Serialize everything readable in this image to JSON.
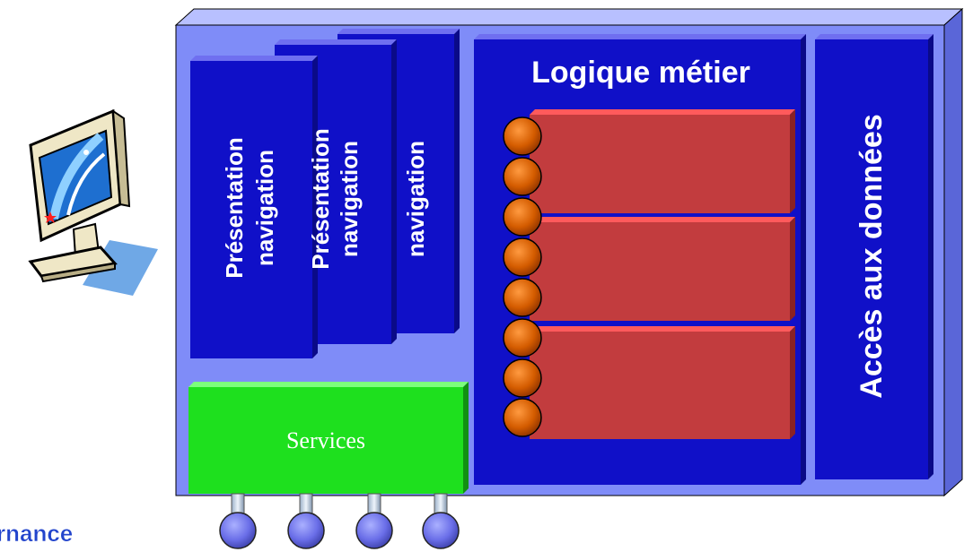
{
  "diagram": {
    "presentation_panels": [
      {
        "line1": "",
        "line2": "navigation"
      },
      {
        "line1": "Présentation",
        "line2": "navigation"
      },
      {
        "line1": "Présentation",
        "line2": "navigation"
      }
    ],
    "business_title": "Logique métier",
    "data_access_label": "Accès aux données",
    "services_label": "Services",
    "footer_fragment": "rnance",
    "business_blocks": 3,
    "connector_beads": 8,
    "service_ports": 4
  },
  "colors": {
    "frame": "#7f8cf8",
    "panel": "#1010c8",
    "services": "#1ee01e",
    "block": "#c23c3e",
    "bead": "#cc5a00",
    "port": "#6a6ee8",
    "footer_text": "#2244cc"
  }
}
